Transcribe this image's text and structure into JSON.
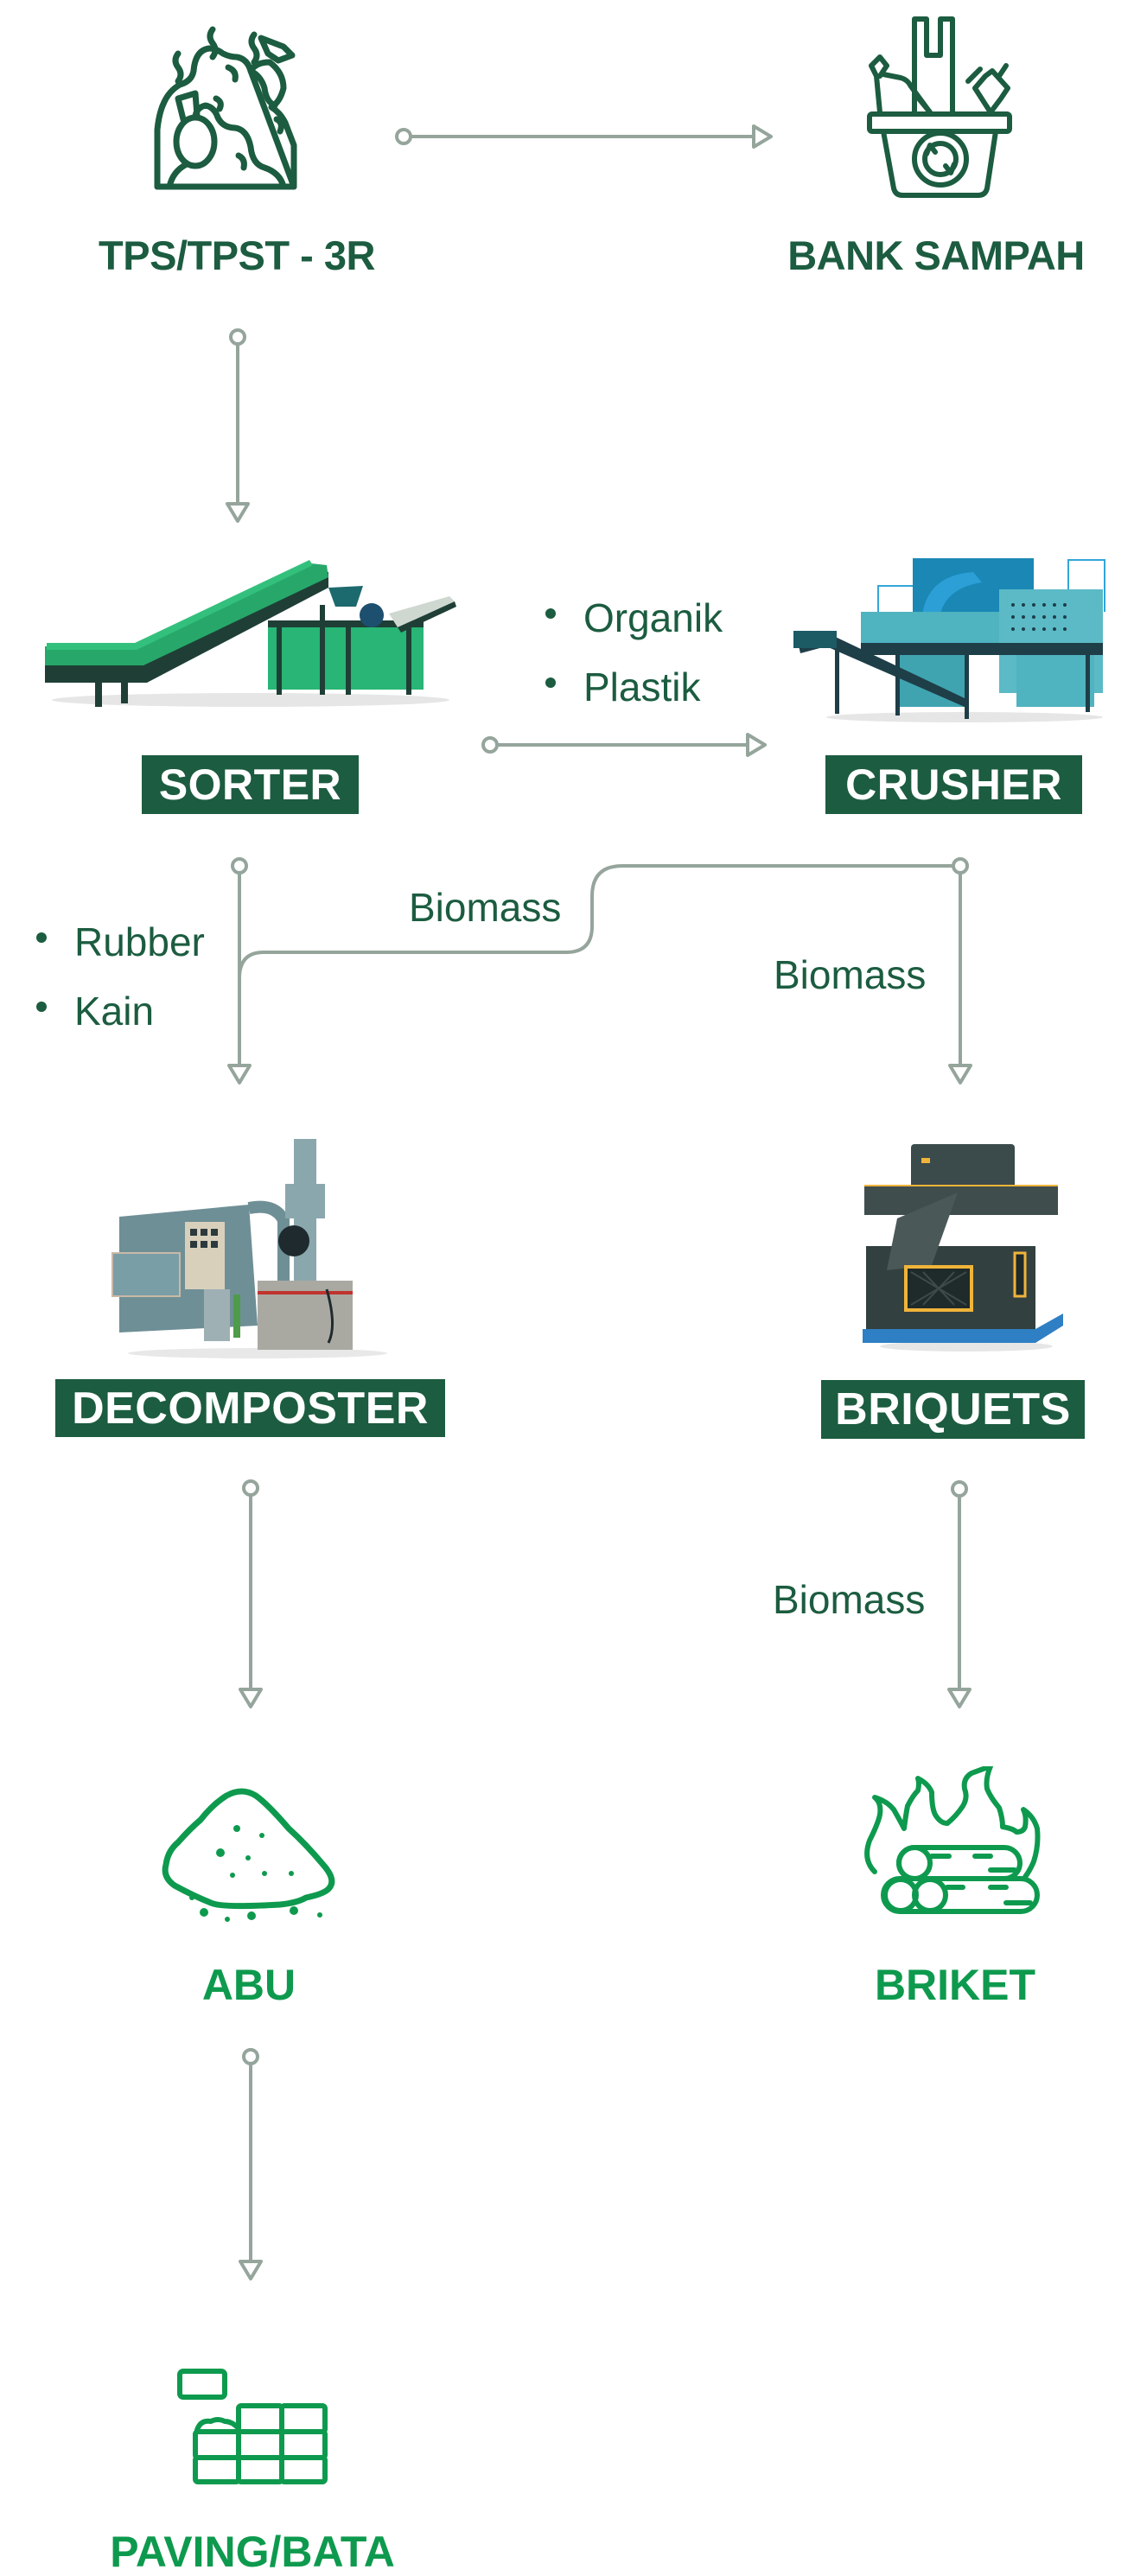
{
  "colors": {
    "dark_green": "#1c5c40",
    "bright_green": "#0e9a4e",
    "connector_gray": "#95a59c"
  },
  "nodes": {
    "tps": {
      "label": "TPS/TPST - 3R",
      "icon": "garbage-pile-icon"
    },
    "bank_sampah": {
      "label": "BANK SAMPAH",
      "icon": "recycle-bin-icon"
    },
    "sorter": {
      "label": "SORTER",
      "image": "conveyor-sorter-machine"
    },
    "crusher": {
      "label": "CRUSHER",
      "image": "shredder-crusher-machine"
    },
    "decomposter": {
      "label": "DECOMPOSTER",
      "image": "decomposter-machine"
    },
    "briquets": {
      "label": "BRIQUETS",
      "image": "briquette-press-machine"
    },
    "abu": {
      "label": "ABU",
      "icon": "ash-pile-icon"
    },
    "briket": {
      "label": "BRIKET",
      "icon": "burning-logs-icon"
    },
    "paving_bata": {
      "label": "PAVING/BATA",
      "icon": "bricks-icon"
    }
  },
  "annotations": {
    "sorter_to_crusher": [
      "Organik",
      "Plastik"
    ],
    "sorter_to_decomposter": [
      "Rubber",
      "Kain"
    ],
    "crusher_to_decomposter": "Biomass",
    "crusher_to_briquets": "Biomass",
    "briquets_to_briket": "Biomass"
  },
  "edges": [
    {
      "from": "tps",
      "to": "bank_sampah"
    },
    {
      "from": "tps",
      "to": "sorter"
    },
    {
      "from": "sorter",
      "to": "crusher"
    },
    {
      "from": "sorter",
      "to": "decomposter"
    },
    {
      "from": "crusher",
      "to": "decomposter"
    },
    {
      "from": "crusher",
      "to": "briquets"
    },
    {
      "from": "decomposter",
      "to": "abu"
    },
    {
      "from": "briquets",
      "to": "briket"
    },
    {
      "from": "abu",
      "to": "paving_bata"
    }
  ]
}
